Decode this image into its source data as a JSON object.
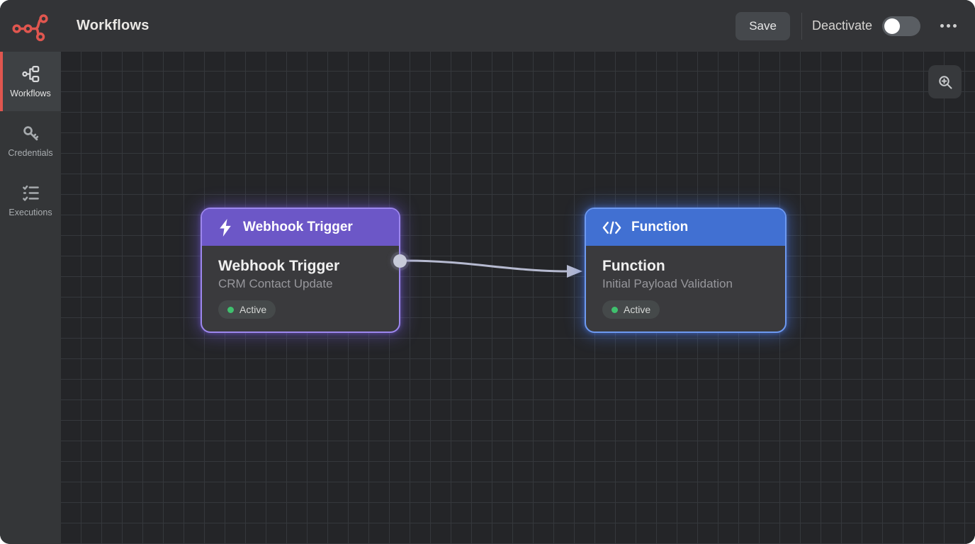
{
  "topbar": {
    "title": "Workflows",
    "save_label": "Save",
    "deactivate_label": "Deactivate",
    "toggle_on": false
  },
  "sidebar": {
    "items": [
      {
        "label": "Workflows",
        "icon": "workflow-icon",
        "active": true
      },
      {
        "label": "Credentials",
        "icon": "key-icon",
        "active": false
      },
      {
        "label": "Executions",
        "icon": "list-check-icon",
        "active": false
      }
    ]
  },
  "canvas": {
    "nodes": [
      {
        "header": "Webhook Trigger",
        "title": "Webhook Trigger",
        "subtitle": "CRM Contact Update",
        "status": "Active",
        "icon": "lightning-icon"
      },
      {
        "header": "Function",
        "title": "Function",
        "subtitle": "Initial Payload Validation",
        "status": "Active",
        "icon": "code-icon"
      }
    ],
    "connection": {
      "from": "Webhook Trigger",
      "to": "Function"
    }
  },
  "colors": {
    "accent": "#e0564f",
    "node_purple_header": "#6c57c7",
    "node_purple_border": "#9d87ee",
    "node_blue_header": "#4170d2",
    "node_blue_border": "#6d99f0",
    "status_green": "#3fc16e",
    "edge": "#b6bad0"
  }
}
